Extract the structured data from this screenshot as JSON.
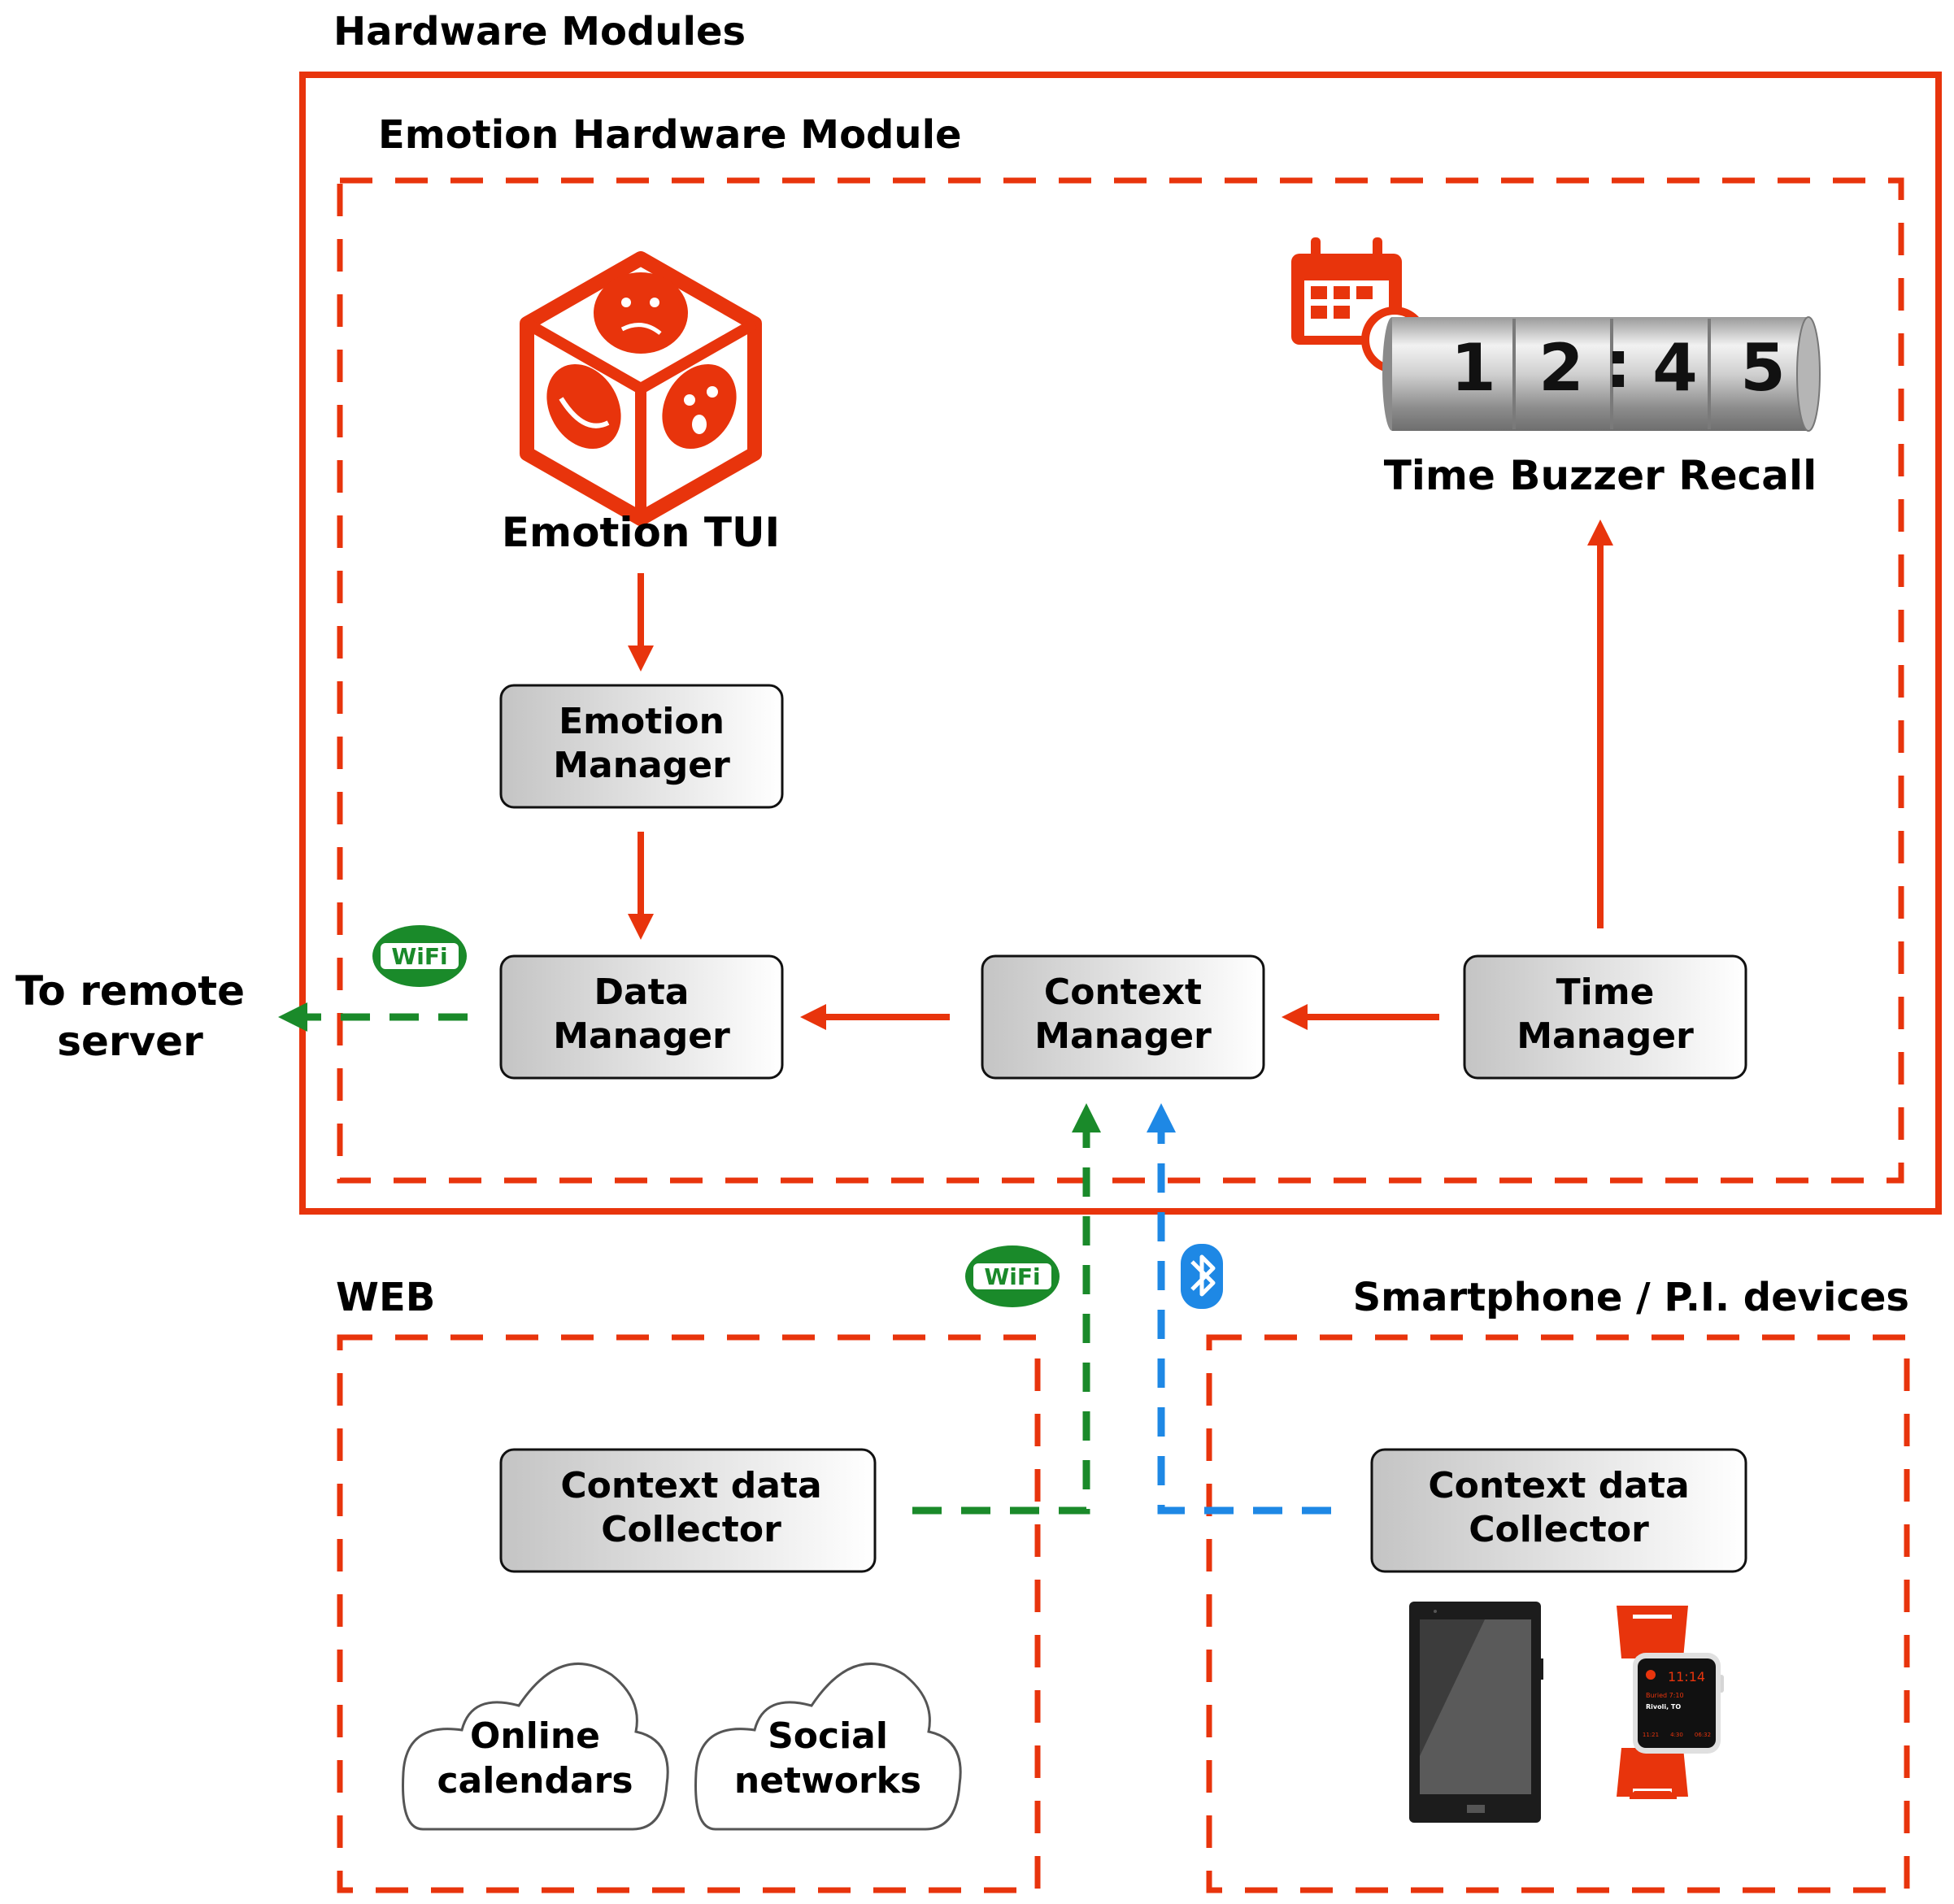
{
  "sections": {
    "hardware_modules": "Hardware Modules",
    "emotion_hardware_module": "Emotion Hardware Module",
    "web": "WEB",
    "smartphone": "Smartphone / P.I. devices"
  },
  "labels": {
    "emotion_tui": "Emotion TUI",
    "time_buzzer_recall": "Time Buzzer Recall",
    "to_remote_line1": "To remote",
    "to_remote_line2": "server"
  },
  "boxes": {
    "emotion_manager": [
      "Emotion",
      "Manager"
    ],
    "data_manager": [
      "Data",
      "Manager"
    ],
    "context_manager": [
      "Context",
      "Manager"
    ],
    "time_manager": [
      "Time",
      "Manager"
    ],
    "web_collector": [
      "Context data",
      "Collector"
    ],
    "device_collector": [
      "Context data",
      "Collector"
    ]
  },
  "clouds": {
    "online_calendars": [
      "Online",
      "calendars"
    ],
    "social_networks": [
      "Social",
      "networks"
    ]
  },
  "buzzer_digits": [
    "1",
    "2",
    ":",
    "4",
    "5"
  ],
  "wifi_text": "WiFi",
  "watch": {
    "time": "11:14",
    "line1": "Buried 7:10",
    "line2": "Rivoli, TO",
    "stats": [
      "11:21",
      "4:30",
      "06:32"
    ]
  },
  "colors": {
    "accent_red": "#e8340c",
    "wifi_green": "#1a8a2a",
    "bluetooth_blue": "#1e88e5"
  }
}
